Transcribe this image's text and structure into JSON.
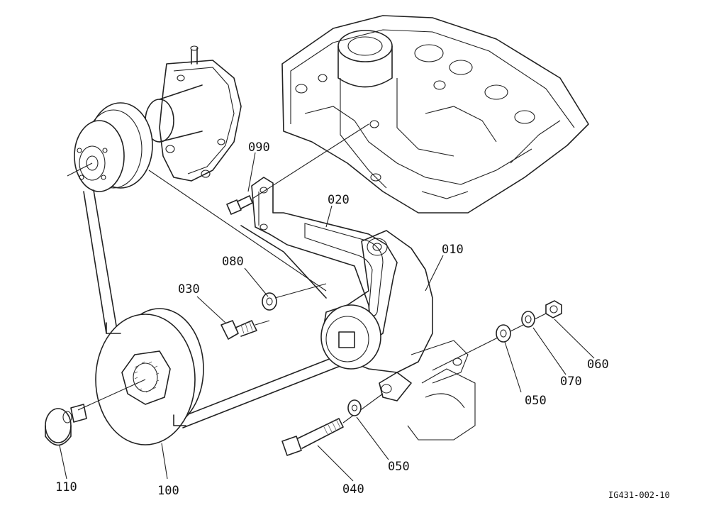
{
  "callouts": {
    "p010": "010",
    "p020": "020",
    "p030": "030",
    "p040": "040",
    "p050a": "050",
    "p050b": "050",
    "p060": "060",
    "p070": "070",
    "p080": "080",
    "p090": "090",
    "p100": "100",
    "p110": "110"
  },
  "drawing_ref": "IG431-002-10"
}
